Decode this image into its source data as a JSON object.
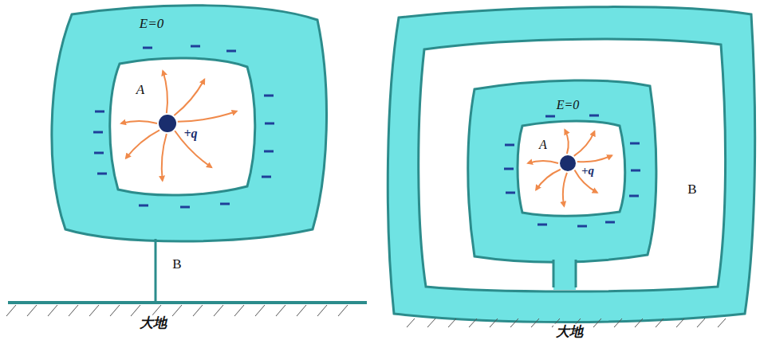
{
  "diagram": {
    "labels": [
      "E=0",
      "A",
      "+q",
      "B",
      "大地",
      "E=0",
      "A",
      "+q",
      "B",
      "大地"
    ]
  }
}
